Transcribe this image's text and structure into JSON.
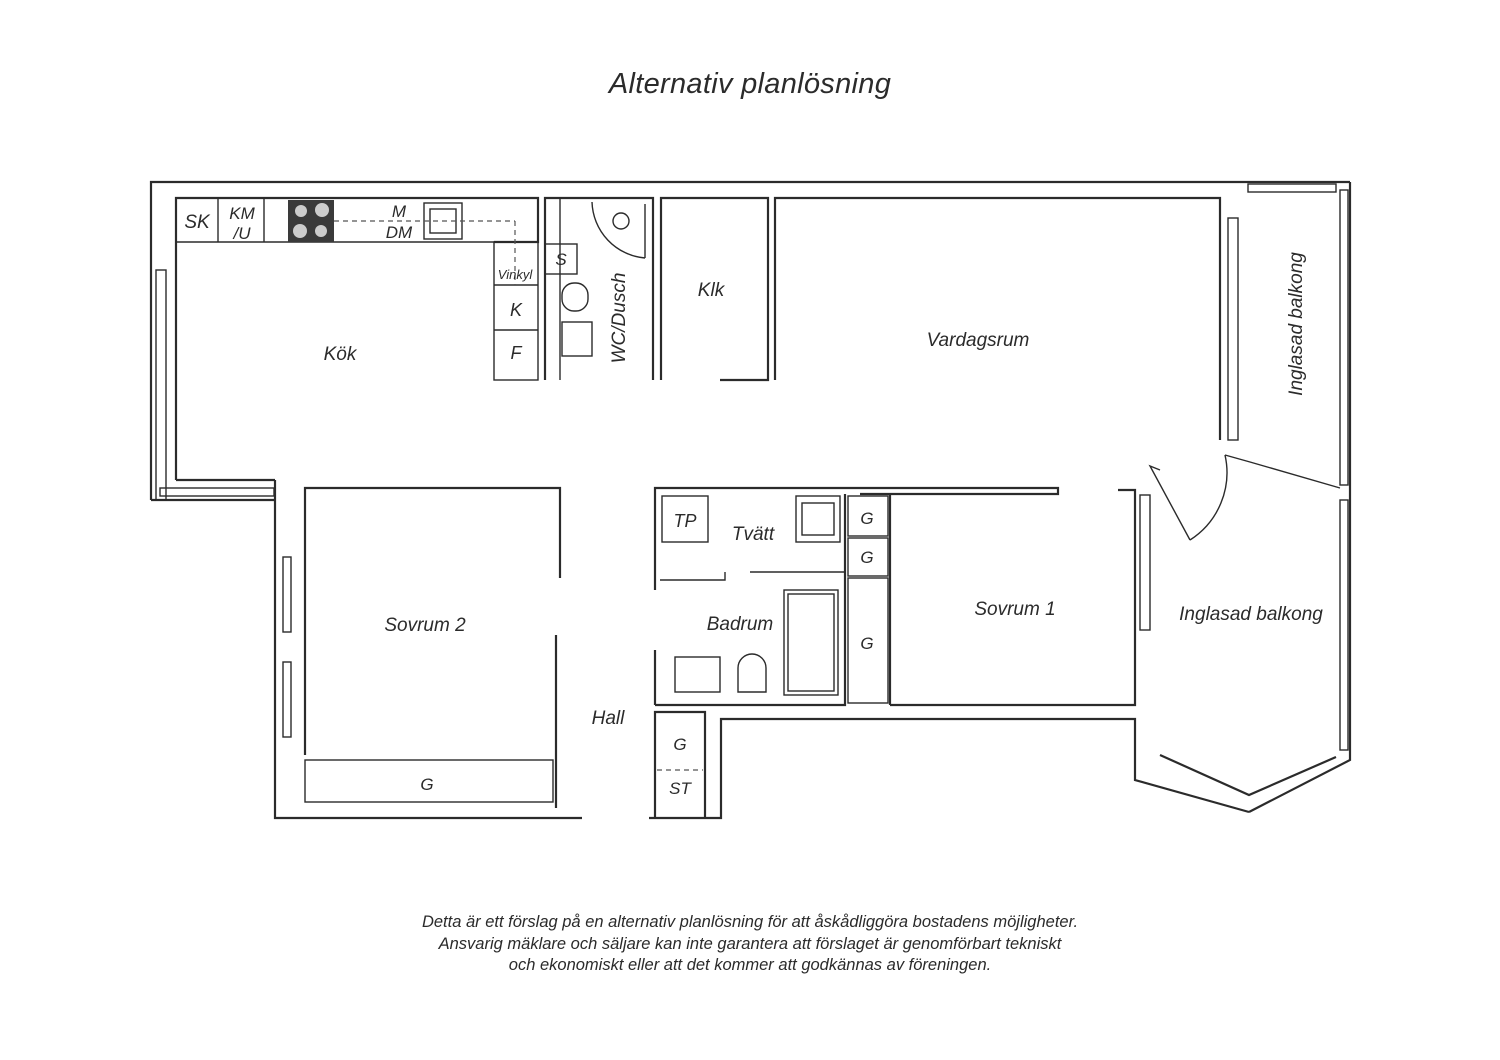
{
  "title": "Alternativ planlösning",
  "rooms": {
    "kok": "Kök",
    "vardagsrum": "Vardagsrum",
    "klk": "Klk",
    "wc_dusch": "WC/Dusch",
    "inglasad_balkong_top": "Inglasad balkong",
    "inglasad_balkong_bottom": "Inglasad balkong",
    "sovrum_2": "Sovrum 2",
    "sovrum_1": "Sovrum 1",
    "tvatt": "Tvätt",
    "badrum": "Badrum",
    "hall": "Hall"
  },
  "fixtures": {
    "sk": "SK",
    "km": "KM",
    "u": "/U",
    "m": "M",
    "dm": "DM",
    "vinkyl": "Vinkyl",
    "k": "K",
    "f": "F",
    "s": "S",
    "tp": "TP",
    "g_closet_1": "G",
    "g_closet_2": "G",
    "g_closet_3": "G",
    "g_sovrum2": "G",
    "g_hall": "G",
    "st": "ST"
  },
  "disclaimer": [
    "Detta är ett förslag på en alternativ planlösning för att åskådliggöra bostadens möjligheter.",
    "Ansvarig mäklare och säljare kan inte garantera att förslaget är genomförbart tekniskt",
    "och ekonomiskt eller att det kommer att godkännas av föreningen."
  ]
}
